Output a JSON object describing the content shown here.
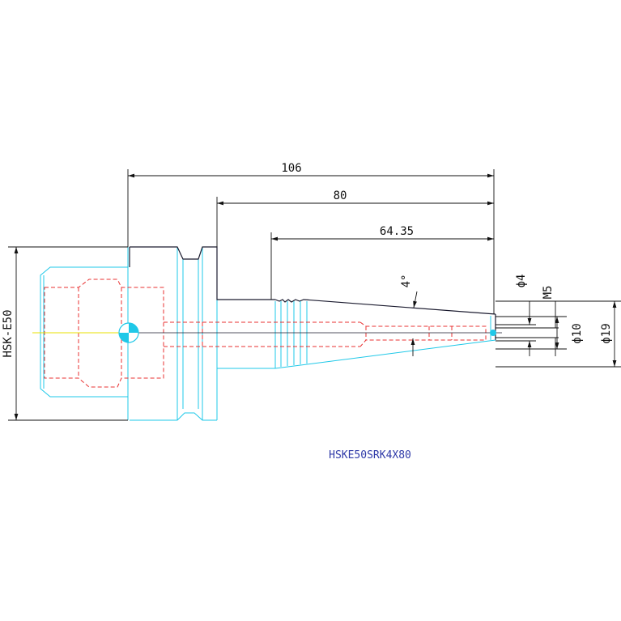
{
  "drawing": {
    "part_code": "HSKE50SRK4X80",
    "interface_label": "HSK-E50"
  },
  "dimensions": {
    "overall_length": "106",
    "shank_length": "80",
    "taper_length": "64.35",
    "taper_angle": "4°",
    "bore_diameter": "ϕ4",
    "thread": "M5",
    "nose_diameter": "ϕ10",
    "outer_diameter": "ϕ19"
  },
  "colors": {
    "background": "#ffffff",
    "outline_dark": "#1a1a2e",
    "outline_cyan": "#1fc8e8",
    "hidden_red": "#e83030",
    "dimension": "#111111",
    "centerline_yellow": "#e8e000",
    "title_blue": "#2f3aa8"
  }
}
